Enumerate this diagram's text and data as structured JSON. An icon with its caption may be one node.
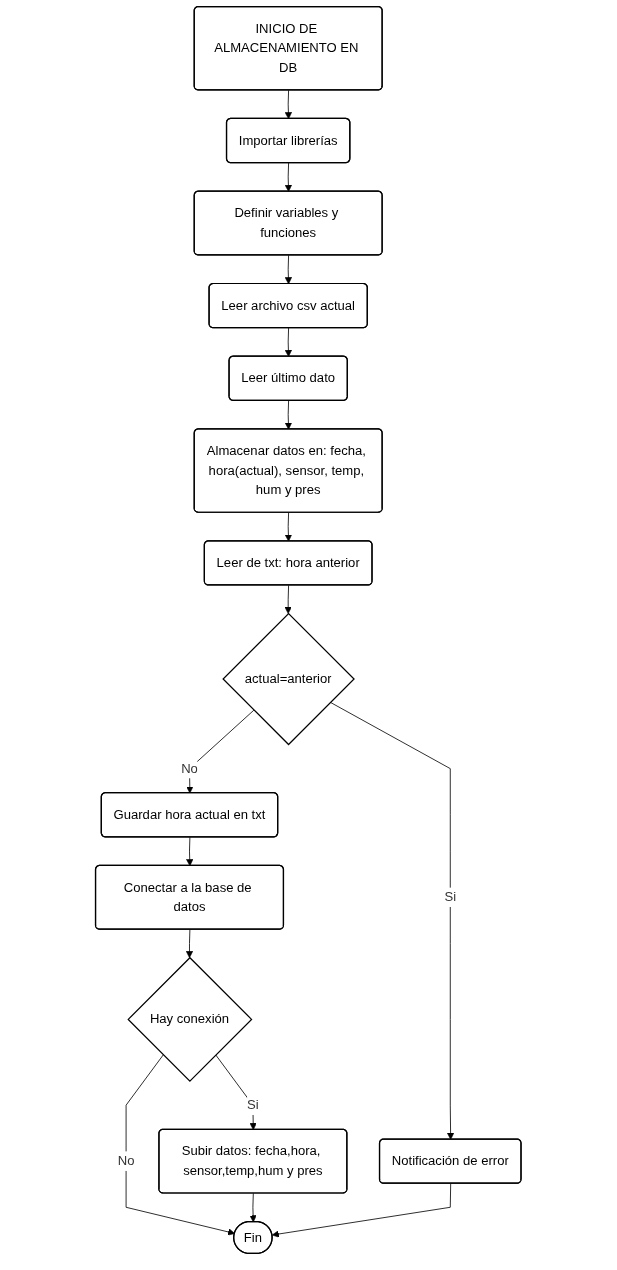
{
  "diagram": {
    "nodes": [
      {
        "text": [
          "INICIO DE ALMACENAMIENTO EN DB"
        ]
      },
      {
        "text": [
          "Importar librerías"
        ]
      },
      {
        "text": [
          "Definir variables y funciones"
        ]
      },
      {
        "text": [
          "Leer archivo csv actual"
        ]
      },
      {
        "text": [
          "Leer último dato"
        ]
      },
      {
        "text": [
          "Almacenar datos en: fecha, hora(actual), sensor, temp, hum y pres"
        ]
      },
      {
        "text": [
          "Leer de txt: hora anterior"
        ]
      },
      {
        "text": [
          "actual=anterior"
        ]
      },
      {
        "text": [
          "Guardar hora actual en txt"
        ]
      },
      {
        "text": [
          "Conectar a la base de datos"
        ]
      },
      {
        "text": [
          "Notificación de error"
        ]
      },
      {
        "text": [
          "Hay conexión"
        ]
      },
      {
        "text": [
          "Subir datos: fecha,hora, sensor,temp,hum y pres"
        ]
      },
      {
        "text": [
          "Fin"
        ]
      }
    ],
    "edges": [
      {
        "from": 0,
        "to": 1,
        "arrow": "to"
      },
      {
        "from": 1,
        "to": 2,
        "arrow": "to"
      },
      {
        "from": 2,
        "to": 3,
        "arrow": "to"
      },
      {
        "from": 3,
        "to": 4,
        "arrow": "to"
      },
      {
        "from": 4,
        "to": 5,
        "arrow": "to"
      },
      {
        "from": 5,
        "to": 6,
        "arrow": "to"
      },
      {
        "from": 6,
        "to": 7,
        "arrow": "to"
      },
      {
        "from": 7,
        "to": 8,
        "label": "No",
        "arrow": "to"
      },
      {
        "from": 7,
        "to": 10,
        "label": "Si",
        "arrow": "to"
      },
      {
        "from": 8,
        "to": 9,
        "arrow": "to"
      },
      {
        "from": 9,
        "to": 11,
        "arrow": "to"
      },
      {
        "from": 11,
        "to": 13,
        "label": "No",
        "arrow": "to"
      },
      {
        "from": 11,
        "to": 12,
        "label": "Si",
        "arrow": "to"
      },
      {
        "from": 12,
        "to": 13,
        "arrow": "to"
      },
      {
        "from": 10,
        "to": 13,
        "arrow": "to"
      }
    ]
  }
}
